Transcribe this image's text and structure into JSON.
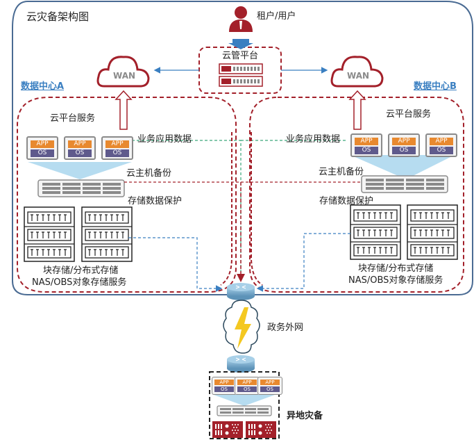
{
  "diagram": {
    "title": "云灾备架构图",
    "user": {
      "label": "租户/用户",
      "icon": "user-icon"
    },
    "cloud_management": {
      "label": "云管平台",
      "icon": "server-icon"
    },
    "wan_left": {
      "label": "WAN",
      "icon": "cloud-icon"
    },
    "wan_right": {
      "label": "WAN",
      "icon": "cloud-icon"
    },
    "datacenter_a": {
      "title": "数据中心A",
      "cloud_platform_service": "云平台服务",
      "business_app_data": "业务应用数据",
      "vm_backup": "云主机备份",
      "storage_protection": "存储数据保护",
      "storage_label_1": "块存储/分布式存储",
      "storage_label_2": "NAS/OBS对象存储服务",
      "vms": [
        {
          "app": "APP",
          "os": "OS"
        },
        {
          "app": "APP",
          "os": "OS"
        },
        {
          "app": "APP",
          "os": "OS"
        }
      ]
    },
    "datacenter_b": {
      "title": "数据中心B",
      "cloud_platform_service": "云平台服务",
      "business_app_data": "业务应用数据",
      "vm_backup": "云主机备份",
      "storage_protection": "存储数据保护",
      "storage_label_1": "块存储/分布式存储",
      "storage_label_2": "NAS/OBS对象存储服务",
      "vms": [
        {
          "app": "APP",
          "os": "OS"
        },
        {
          "app": "APP",
          "os": "OS"
        },
        {
          "app": "APP",
          "os": "OS"
        }
      ]
    },
    "external_network": {
      "label": "政务外网",
      "icon": "lightning-cloud-icon"
    },
    "remote_dr": {
      "label": "异地灾备",
      "vms": [
        {
          "app": "APP",
          "os": "OS"
        },
        {
          "app": "APP",
          "os": "OS"
        },
        {
          "app": "APP",
          "os": "OS"
        }
      ]
    },
    "colors": {
      "frame": "#4a6b93",
      "dc_border": "#a3202a",
      "accent_red": "#a3202a",
      "link_blue": "#3a7fc1",
      "app_orange": "#e8892f",
      "os_purple": "#5f5a8c",
      "green_dash": "#3aa67a",
      "router": "#7fb2d3",
      "lightning": "#f4c821"
    }
  }
}
